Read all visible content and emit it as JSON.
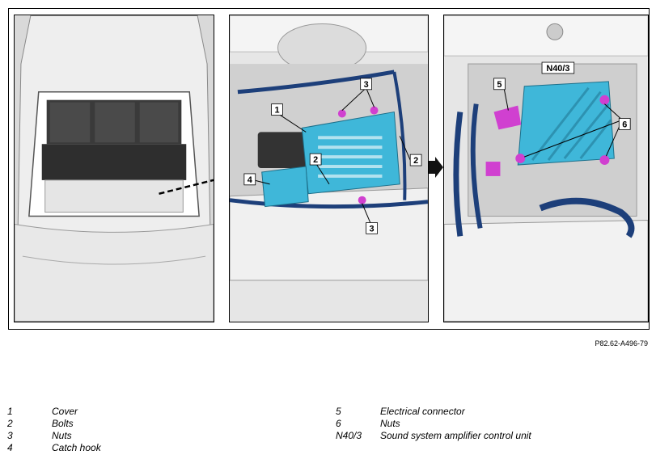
{
  "figure": {
    "reference": "P82.62-A496-79",
    "callouts": {
      "cover": "1",
      "bolts": "2",
      "nuts": "3",
      "catch_hook": "4",
      "connector": "5",
      "nuts_unit": "6",
      "unit": "N40/3"
    }
  },
  "legend": {
    "left": [
      {
        "key": "1",
        "text": "Cover"
      },
      {
        "key": "2",
        "text": "Bolts"
      },
      {
        "key": "3",
        "text": "Nuts"
      },
      {
        "key": "4",
        "text": "Catch hook"
      }
    ],
    "right": [
      {
        "key": "5",
        "text": "Electrical connector"
      },
      {
        "key": "6",
        "text": "Nuts"
      },
      {
        "key": "N40/3",
        "text": "Sound system amplifier control unit"
      }
    ]
  },
  "colors": {
    "cover": "#3fb7d9",
    "unit": "#3fb7d9",
    "highlight": "#d040d0",
    "harness": "#1d3f7a"
  }
}
